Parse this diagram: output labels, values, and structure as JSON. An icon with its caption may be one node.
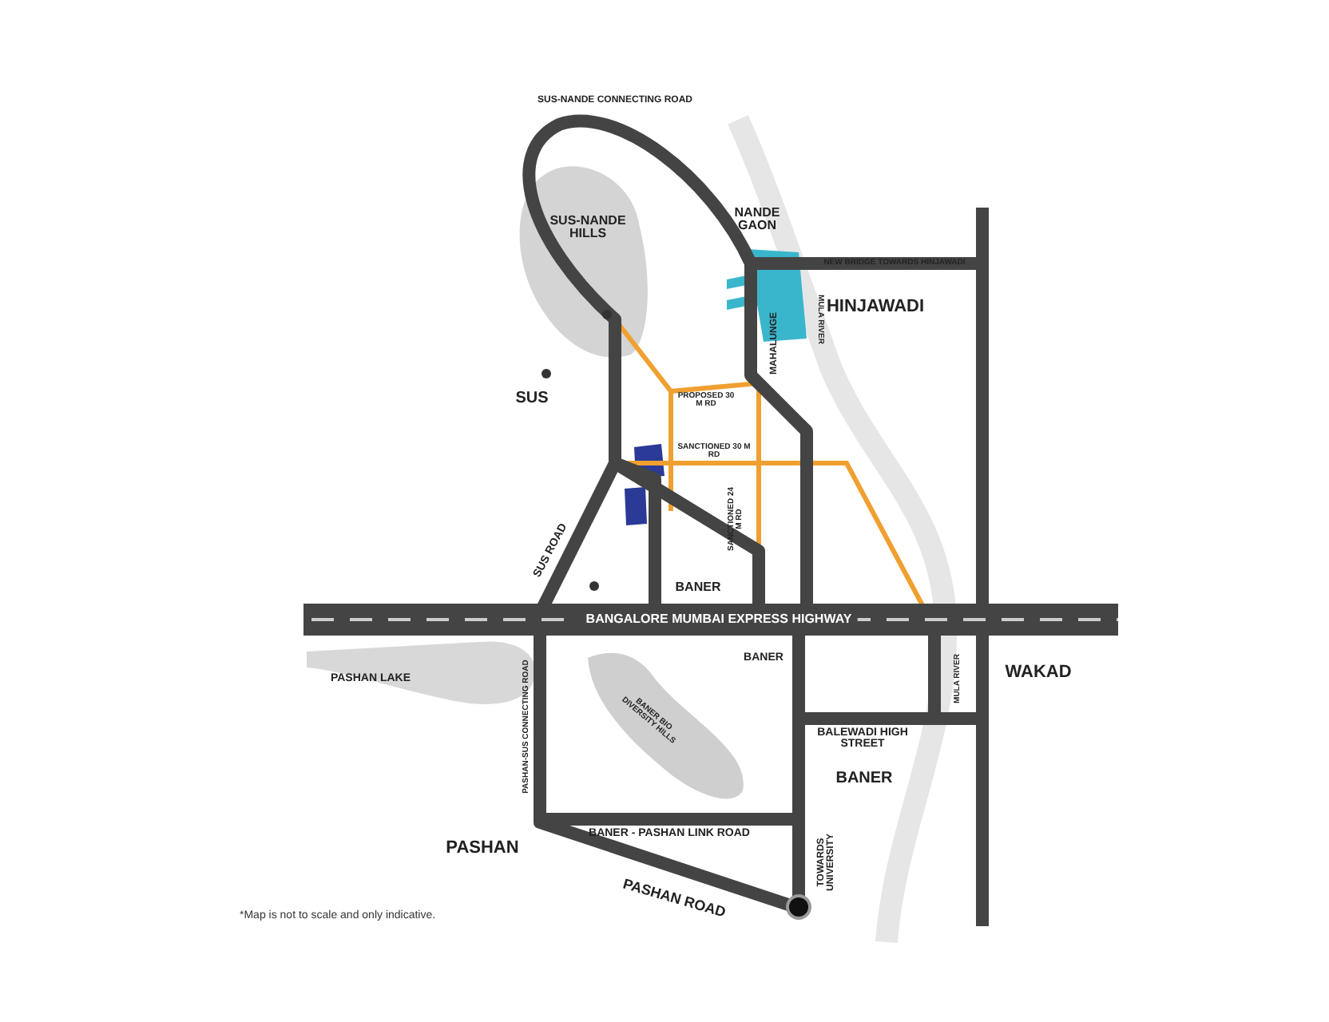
{
  "diagram": {
    "caption": "*Map is not to scale and only indicative.",
    "labels": [
      "SUS-NANDE CONNECTING ROAD",
      "NANDE GAON",
      "SUS-NANDE HILLS",
      "NEW BRIDGE TOWARDS HINJAWADI",
      "HINJAWADI",
      "MULA RIVER",
      "MAHALUNGE",
      "SUS",
      "PROPOSED 30 M RD",
      "SANCTIONED 30 M RD",
      "SANCTIONED 24 M RD",
      "SUS ROAD",
      "BANER",
      "BANGALORE MUMBAI EXPRESS HIGHWAY",
      "PASHAN LAKE",
      "PASHAN-SUS CONNECTING ROAD",
      "BANER BIO DIVERSITY HILLS",
      "BANER",
      "MULA RIVER",
      "WAKAD",
      "BALEWADI HIGH STREET",
      "BANER",
      "PASHAN",
      "BANER - PASHAN LINK ROAD",
      "TOWARDS UNIVERSITY",
      "PASHAN ROAD"
    ]
  }
}
